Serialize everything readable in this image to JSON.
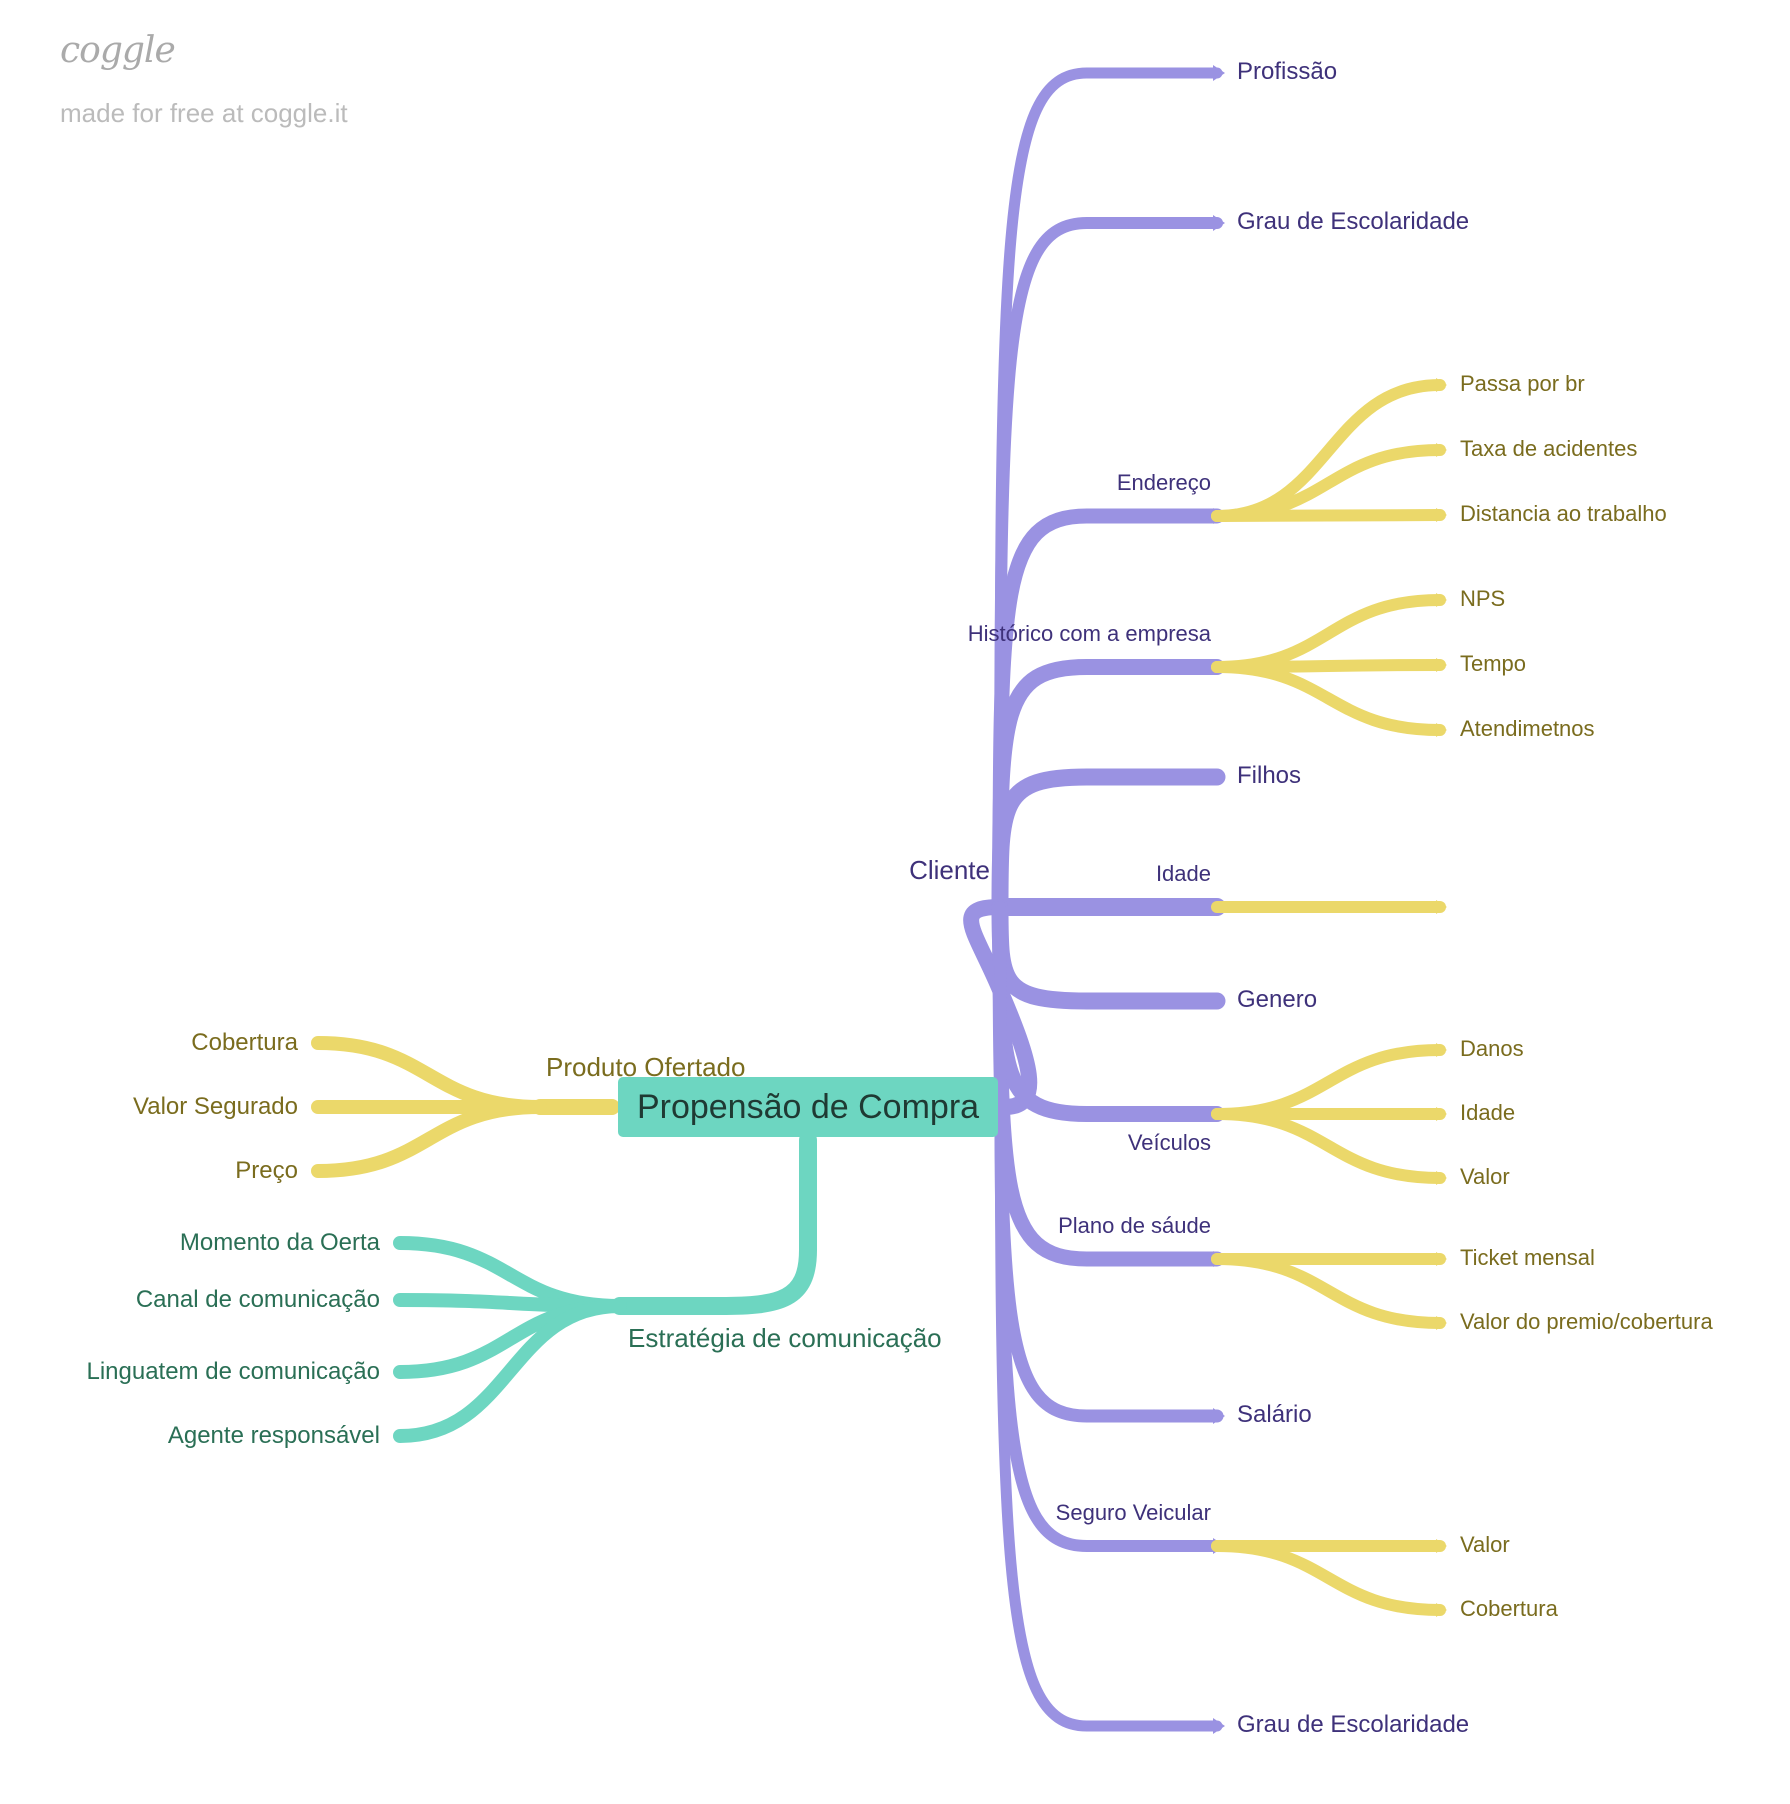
{
  "watermark": {
    "logo": "coggle",
    "caption": "made for free at coggle.it"
  },
  "colors": {
    "purple": "#9a92e2",
    "yellow": "#ebd86a",
    "teal": "#6dd6c1"
  },
  "root": {
    "label": "Propensão de Compra"
  },
  "cliente": {
    "label": "Cliente",
    "children": [
      {
        "label": "Profissão"
      },
      {
        "label": "Grau de Escolaridade"
      },
      {
        "label": "Endereço",
        "children": [
          "Passa por br",
          "Taxa de acidentes",
          "Distancia ao trabalho"
        ]
      },
      {
        "label": "Histórico com a empresa",
        "children": [
          "NPS",
          "Tempo",
          "Atendimetnos"
        ]
      },
      {
        "label": "Filhos"
      },
      {
        "label": "Idade",
        "children": [
          ""
        ]
      },
      {
        "label": "Genero"
      },
      {
        "label": "Veículos",
        "children": [
          "Danos",
          "Idade",
          "Valor"
        ]
      },
      {
        "label": "Plano de sáude",
        "children": [
          "Ticket mensal",
          "Valor do premio/cobertura"
        ]
      },
      {
        "label": "Salário"
      },
      {
        "label": "Seguro Veicular",
        "children": [
          "Valor",
          "Cobertura"
        ]
      },
      {
        "label": "Grau de Escolaridade"
      }
    ]
  },
  "produto": {
    "label": "Produto Ofertado",
    "children": [
      "Cobertura",
      "Valor Segurado",
      "Preço"
    ]
  },
  "estrategia": {
    "label": "Estratégia de comunicação",
    "children": [
      "Momento da Oerta",
      "Canal de comunicação",
      "Linguatem de comunicação",
      "Agente responsável"
    ]
  }
}
